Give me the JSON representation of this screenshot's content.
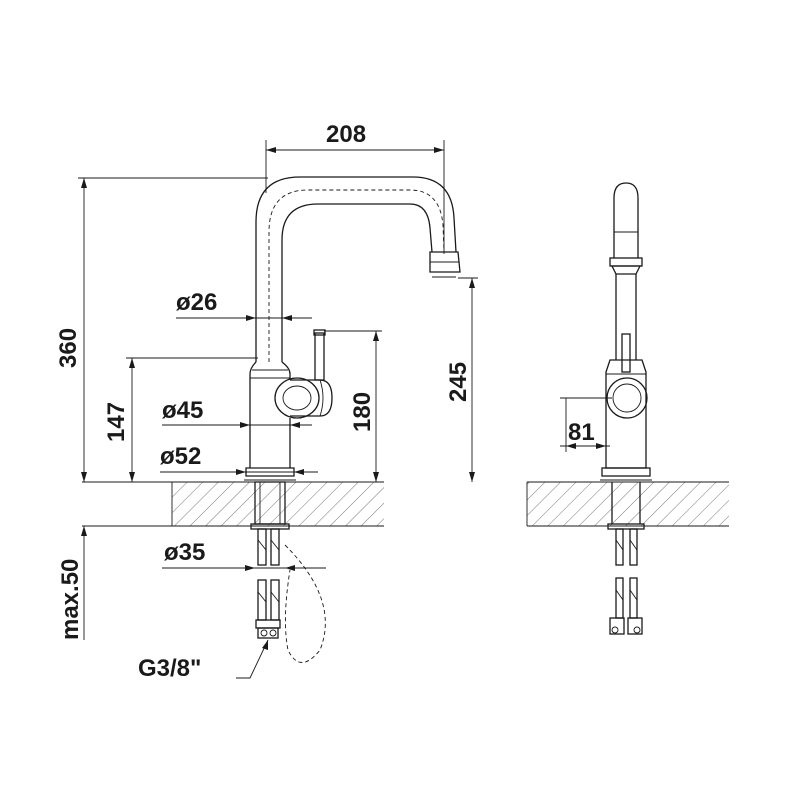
{
  "dimensions": {
    "spout_reach": "208",
    "total_height": "360",
    "spout_height": "245",
    "lever_height": "180",
    "body_height": "147",
    "spout_diameter": "ø26",
    "body_diameter": "ø45",
    "base_diameter": "ø52",
    "shank_diameter": "ø35",
    "max_counter_thickness": "max.50",
    "connection_thread": "G3/8\"",
    "side_projection": "81"
  }
}
